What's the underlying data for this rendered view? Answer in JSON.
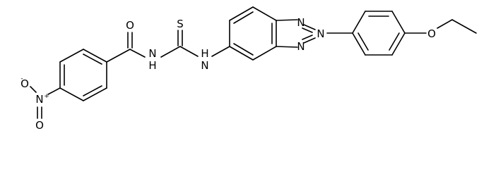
{
  "structure": {
    "atoms": {
      "o_carbonyl": "O",
      "nh_left": "N",
      "nh_left_h": "H",
      "s_thio": "S",
      "nh_right": "N",
      "nh_right_h": "H",
      "n_top": "N",
      "n_mid": "N",
      "n_bottom": "N",
      "o_ether": "O",
      "o_nitro_top": "O",
      "o_nitro_minus": "-",
      "n_nitro": "N",
      "n_nitro_plus": "+",
      "o_nitro_bottom": "O"
    }
  }
}
